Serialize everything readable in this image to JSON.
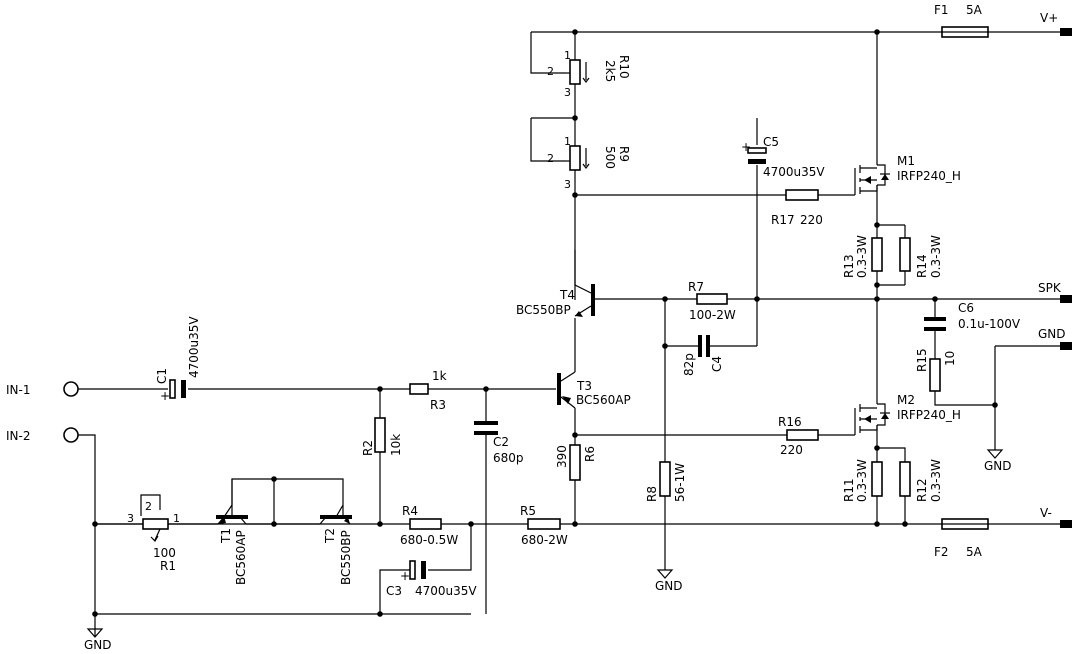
{
  "ports": {
    "in1": "IN-1",
    "in2": "IN-2",
    "vplus": "V+",
    "vminus": "V-",
    "spk": "SPK",
    "gnd": "GND"
  },
  "gnd_label": "GND",
  "components": {
    "c1": {
      "ref": "C1",
      "value": "4700u35V"
    },
    "c2": {
      "ref": "C2",
      "value": "680p"
    },
    "c3": {
      "ref": "C3",
      "value": "4700u35V"
    },
    "c4": {
      "ref": "C4",
      "value": "82p"
    },
    "c5": {
      "ref": "C5",
      "value": "4700u35V"
    },
    "c6": {
      "ref": "C6",
      "value": "0.1u-100V"
    },
    "r1": {
      "ref": "R1",
      "value": "100"
    },
    "r2": {
      "ref": "R2",
      "value": "10k"
    },
    "r3": {
      "ref": "R3",
      "value": "1k"
    },
    "r4": {
      "ref": "R4",
      "value": "680-0.5W"
    },
    "r5": {
      "ref": "R5",
      "value": "680-2W"
    },
    "r6": {
      "ref": "R6",
      "value": "390"
    },
    "r7": {
      "ref": "R7",
      "value": "100-2W"
    },
    "r8": {
      "ref": "R8",
      "value": "56-1W"
    },
    "r9": {
      "ref": "R9",
      "value": "500"
    },
    "r10": {
      "ref": "R10",
      "value": "2k5"
    },
    "r11": {
      "ref": "R11",
      "value": "0.3-3W"
    },
    "r12": {
      "ref": "R12",
      "value": "0.3-3W"
    },
    "r13": {
      "ref": "R13",
      "value": "0.3-3W"
    },
    "r14": {
      "ref": "R14",
      "value": "0.3-3W"
    },
    "r15": {
      "ref": "R15",
      "value": "10"
    },
    "r16": {
      "ref": "R16",
      "value": "220"
    },
    "r17": {
      "ref": "R17",
      "value": "220"
    },
    "t1": {
      "ref": "T1",
      "value": "BC560AP"
    },
    "t2": {
      "ref": "T2",
      "value": "BC550BP"
    },
    "t3": {
      "ref": "T3",
      "value": "BC560AP"
    },
    "t4": {
      "ref": "T4",
      "value": "BC550BP"
    },
    "m1": {
      "ref": "M1",
      "value": "IRFP240_H"
    },
    "m2": {
      "ref": "M2",
      "value": "IRFP240_H"
    },
    "f1": {
      "ref": "F1",
      "value": "5A"
    },
    "f2": {
      "ref": "F2",
      "value": "5A"
    }
  },
  "pins": {
    "p1": "1",
    "p2": "2",
    "p3": "3"
  },
  "polarity": "+"
}
